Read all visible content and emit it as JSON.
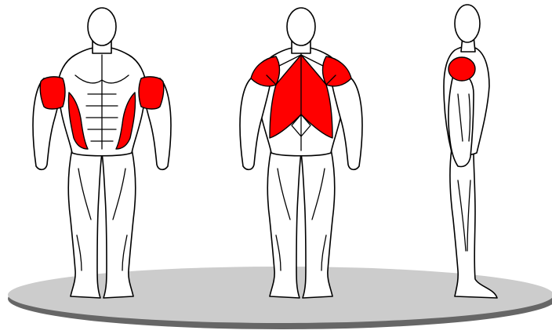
{
  "colors": {
    "highlight": "#ff0000",
    "platform_top": "#cccccc",
    "platform_edge": "#666666",
    "outline": "#000000",
    "body_fill": "#ffffff"
  },
  "figures": [
    {
      "view": "front",
      "highlighted_muscles": [
        "deltoids",
        "latissimus-dorsi"
      ]
    },
    {
      "view": "back",
      "highlighted_muscles": [
        "deltoids",
        "trapezius",
        "latissimus-dorsi"
      ]
    },
    {
      "view": "side",
      "highlighted_muscles": [
        "deltoid"
      ]
    }
  ]
}
